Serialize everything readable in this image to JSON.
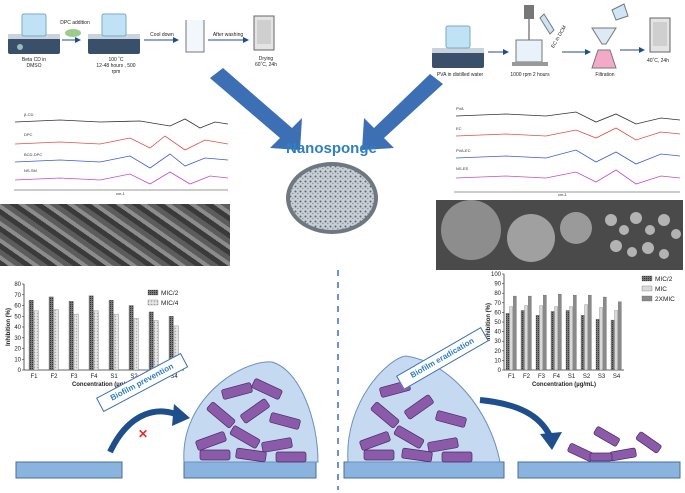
{
  "left_process": {
    "steps": [
      {
        "label": "Beta CD in\nDMSO"
      },
      {
        "label": "DPC addition"
      },
      {
        "label": "100 ˚C\n12-48 hours , 500\nrpm"
      },
      {
        "label": "Cool down"
      },
      {
        "label": "After washing"
      },
      {
        "label": "Drying\n60˚C, 24h"
      }
    ]
  },
  "right_process": {
    "steps": [
      {
        "label": "PVA in distilled water"
      },
      {
        "label": "1000 rpm 2 hours"
      },
      {
        "label": "EC in DCM"
      },
      {
        "label": "Filtration"
      },
      {
        "label": "40˚C, 24h"
      }
    ]
  },
  "center": {
    "title": "Nanosponge"
  },
  "left_spectra": {
    "series": [
      "β-CD",
      "DPC",
      "BCD-DPC",
      "NS-SM"
    ],
    "xlabel": "cm-1"
  },
  "right_spectra": {
    "series": [
      "PVA",
      "EC",
      "PVA-EC",
      "NS-ES"
    ],
    "xlabel": "cm-1"
  },
  "bottom_left": {
    "label": "Biofilm prevention"
  },
  "bottom_right": {
    "label": "Biofilm eradication"
  },
  "chart_data": [
    {
      "type": "bar",
      "title": "",
      "categories": [
        "F1",
        "F2",
        "F3",
        "F4",
        "S1",
        "S2",
        "S3",
        "S4"
      ],
      "series": [
        {
          "name": "MIC/2",
          "values": [
            65,
            68,
            64,
            69,
            65,
            60,
            54,
            50
          ]
        },
        {
          "name": "MIC/4",
          "values": [
            55,
            56,
            52,
            55,
            52,
            48,
            46,
            41
          ]
        }
      ],
      "xlabel": "Concentration (µg/mL)",
      "ylabel": "Inhibition (%)",
      "ylim": [
        0,
        80
      ],
      "yticks": [
        0,
        10,
        20,
        30,
        40,
        50,
        60,
        70,
        80
      ],
      "legend": "top-right",
      "grid": false
    },
    {
      "type": "bar",
      "title": "",
      "categories": [
        "F1",
        "F2",
        "F3",
        "F4",
        "S1",
        "S2",
        "S3",
        "S4"
      ],
      "series": [
        {
          "name": "MIC/2",
          "values": [
            59,
            62,
            57,
            61,
            62,
            57,
            53,
            52
          ]
        },
        {
          "name": "MIC",
          "values": [
            66,
            67,
            67,
            66,
            66,
            68,
            65,
            62
          ]
        },
        {
          "name": "2XMIC",
          "values": [
            77,
            77,
            78,
            79,
            78,
            78,
            76,
            71
          ]
        }
      ],
      "xlabel": "Concentration (µg/mL)",
      "ylabel": "Inhibition (%)",
      "ylim": [
        0,
        100
      ],
      "yticks": [
        0,
        10,
        20,
        30,
        40,
        50,
        60,
        70,
        80,
        90,
        100
      ],
      "legend": "top-right",
      "grid": false
    }
  ],
  "colors": {
    "arrow_blue": "#3d6fb5",
    "title_blue": "#2f7fc1",
    "platform": "#8ab4de",
    "biofilm_shell": "#c5d9f1",
    "bacteria": "#8b5aa8"
  }
}
